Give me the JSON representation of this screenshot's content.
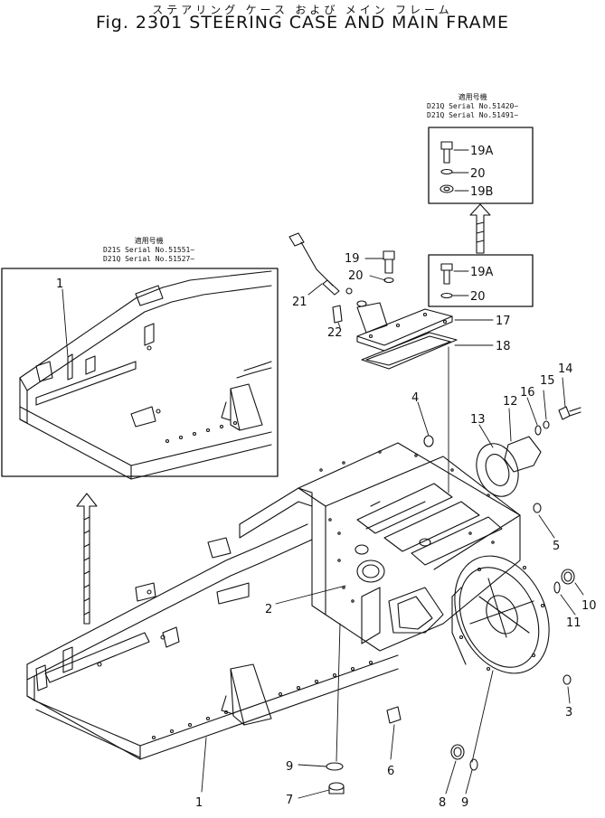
{
  "title": {
    "line1": "ステアリング ケース および メイン フレーム",
    "line2": "Fig. 2301 STEERING CASE AND MAIN FRAME"
  },
  "notes": {
    "top": {
      "heading": "適用号機",
      "lines": [
        "D21Q Serial No.51420~",
        "D21Q Serial No.51491~"
      ]
    },
    "left": {
      "heading": "適用号機",
      "lines": [
        "D21S Serial No.51551~",
        "D21Q Serial No.51527~"
      ]
    }
  },
  "callouts": {
    "c1_inset": "1",
    "c1_main": "1",
    "c2": "2",
    "c3": "3",
    "c4": "4",
    "c5": "5",
    "c6": "6",
    "c7": "7",
    "c8": "8",
    "c9_left": "9",
    "c9_right": "9",
    "c10": "10",
    "c11": "11",
    "c12": "12",
    "c13": "13",
    "c14": "14",
    "c15": "15",
    "c16": "16",
    "c17": "17",
    "c18": "18",
    "c19": "19",
    "c20": "20",
    "c21": "21",
    "c22": "22",
    "c19a_top": "19A",
    "c20_top": "20",
    "c19b_top": "19B",
    "c19a_mid": "19A",
    "c20_mid": "20"
  }
}
